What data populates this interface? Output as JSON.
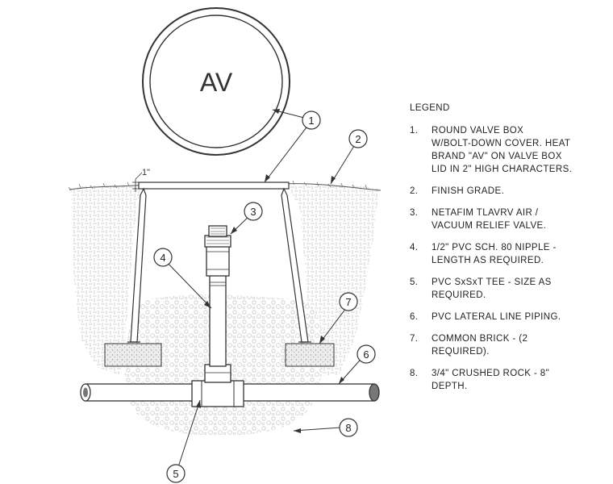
{
  "lid_text": "AV",
  "dimension_label": "1\"",
  "callouts": [
    "1",
    "2",
    "3",
    "4",
    "5",
    "6",
    "7",
    "8"
  ],
  "legend": {
    "title": "LEGEND",
    "items": [
      {
        "num": "1.",
        "text": "ROUND VALVE BOX\nW/BOLT-DOWN COVER. HEAT\nBRAND \"AV\" ON VALVE BOX\nLID IN 2\" HIGH CHARACTERS."
      },
      {
        "num": "2.",
        "text": "FINISH GRADE."
      },
      {
        "num": "3.",
        "text": "NETAFIM TLAVRV AIR /\nVACUUM RELIEF VALVE."
      },
      {
        "num": "4.",
        "text": "1/2\" PVC SCH. 80 NIPPLE -\nLENGTH AS REQUIRED."
      },
      {
        "num": "5.",
        "text": "PVC SxSxT TEE - SIZE AS\nREQUIRED."
      },
      {
        "num": "6.",
        "text": "PVC LATERAL LINE PIPING."
      },
      {
        "num": "7.",
        "text": "COMMON BRICK - (2\nREQUIRED)."
      },
      {
        "num": "8.",
        "text": "3/4\" CRUSHED ROCK - 8\"\nDEPTH."
      }
    ]
  }
}
